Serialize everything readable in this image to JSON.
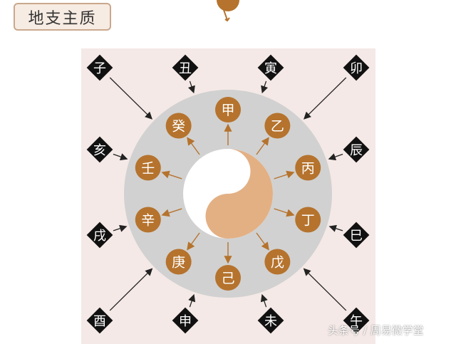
{
  "header": {
    "title": "地支主质"
  },
  "colors": {
    "panel_bg": "#f4e9e6",
    "ring": "#d1d1d1",
    "stem_circle": "#b5732d",
    "yinyang_light": "#e3b084",
    "branch_diamond": "#111111",
    "arrow_inner": "#b5732d",
    "arrow_outer": "#222222"
  },
  "heavenly_stems": [
    "甲",
    "乙",
    "丙",
    "丁",
    "戊",
    "己",
    "庚",
    "辛",
    "壬",
    "癸"
  ],
  "earthly_branches": [
    "子",
    "丑",
    "寅",
    "卯",
    "辰",
    "巳",
    "午",
    "未",
    "申",
    "酉",
    "戌",
    "亥"
  ],
  "watermark": "头条号 / 周易微学堂"
}
